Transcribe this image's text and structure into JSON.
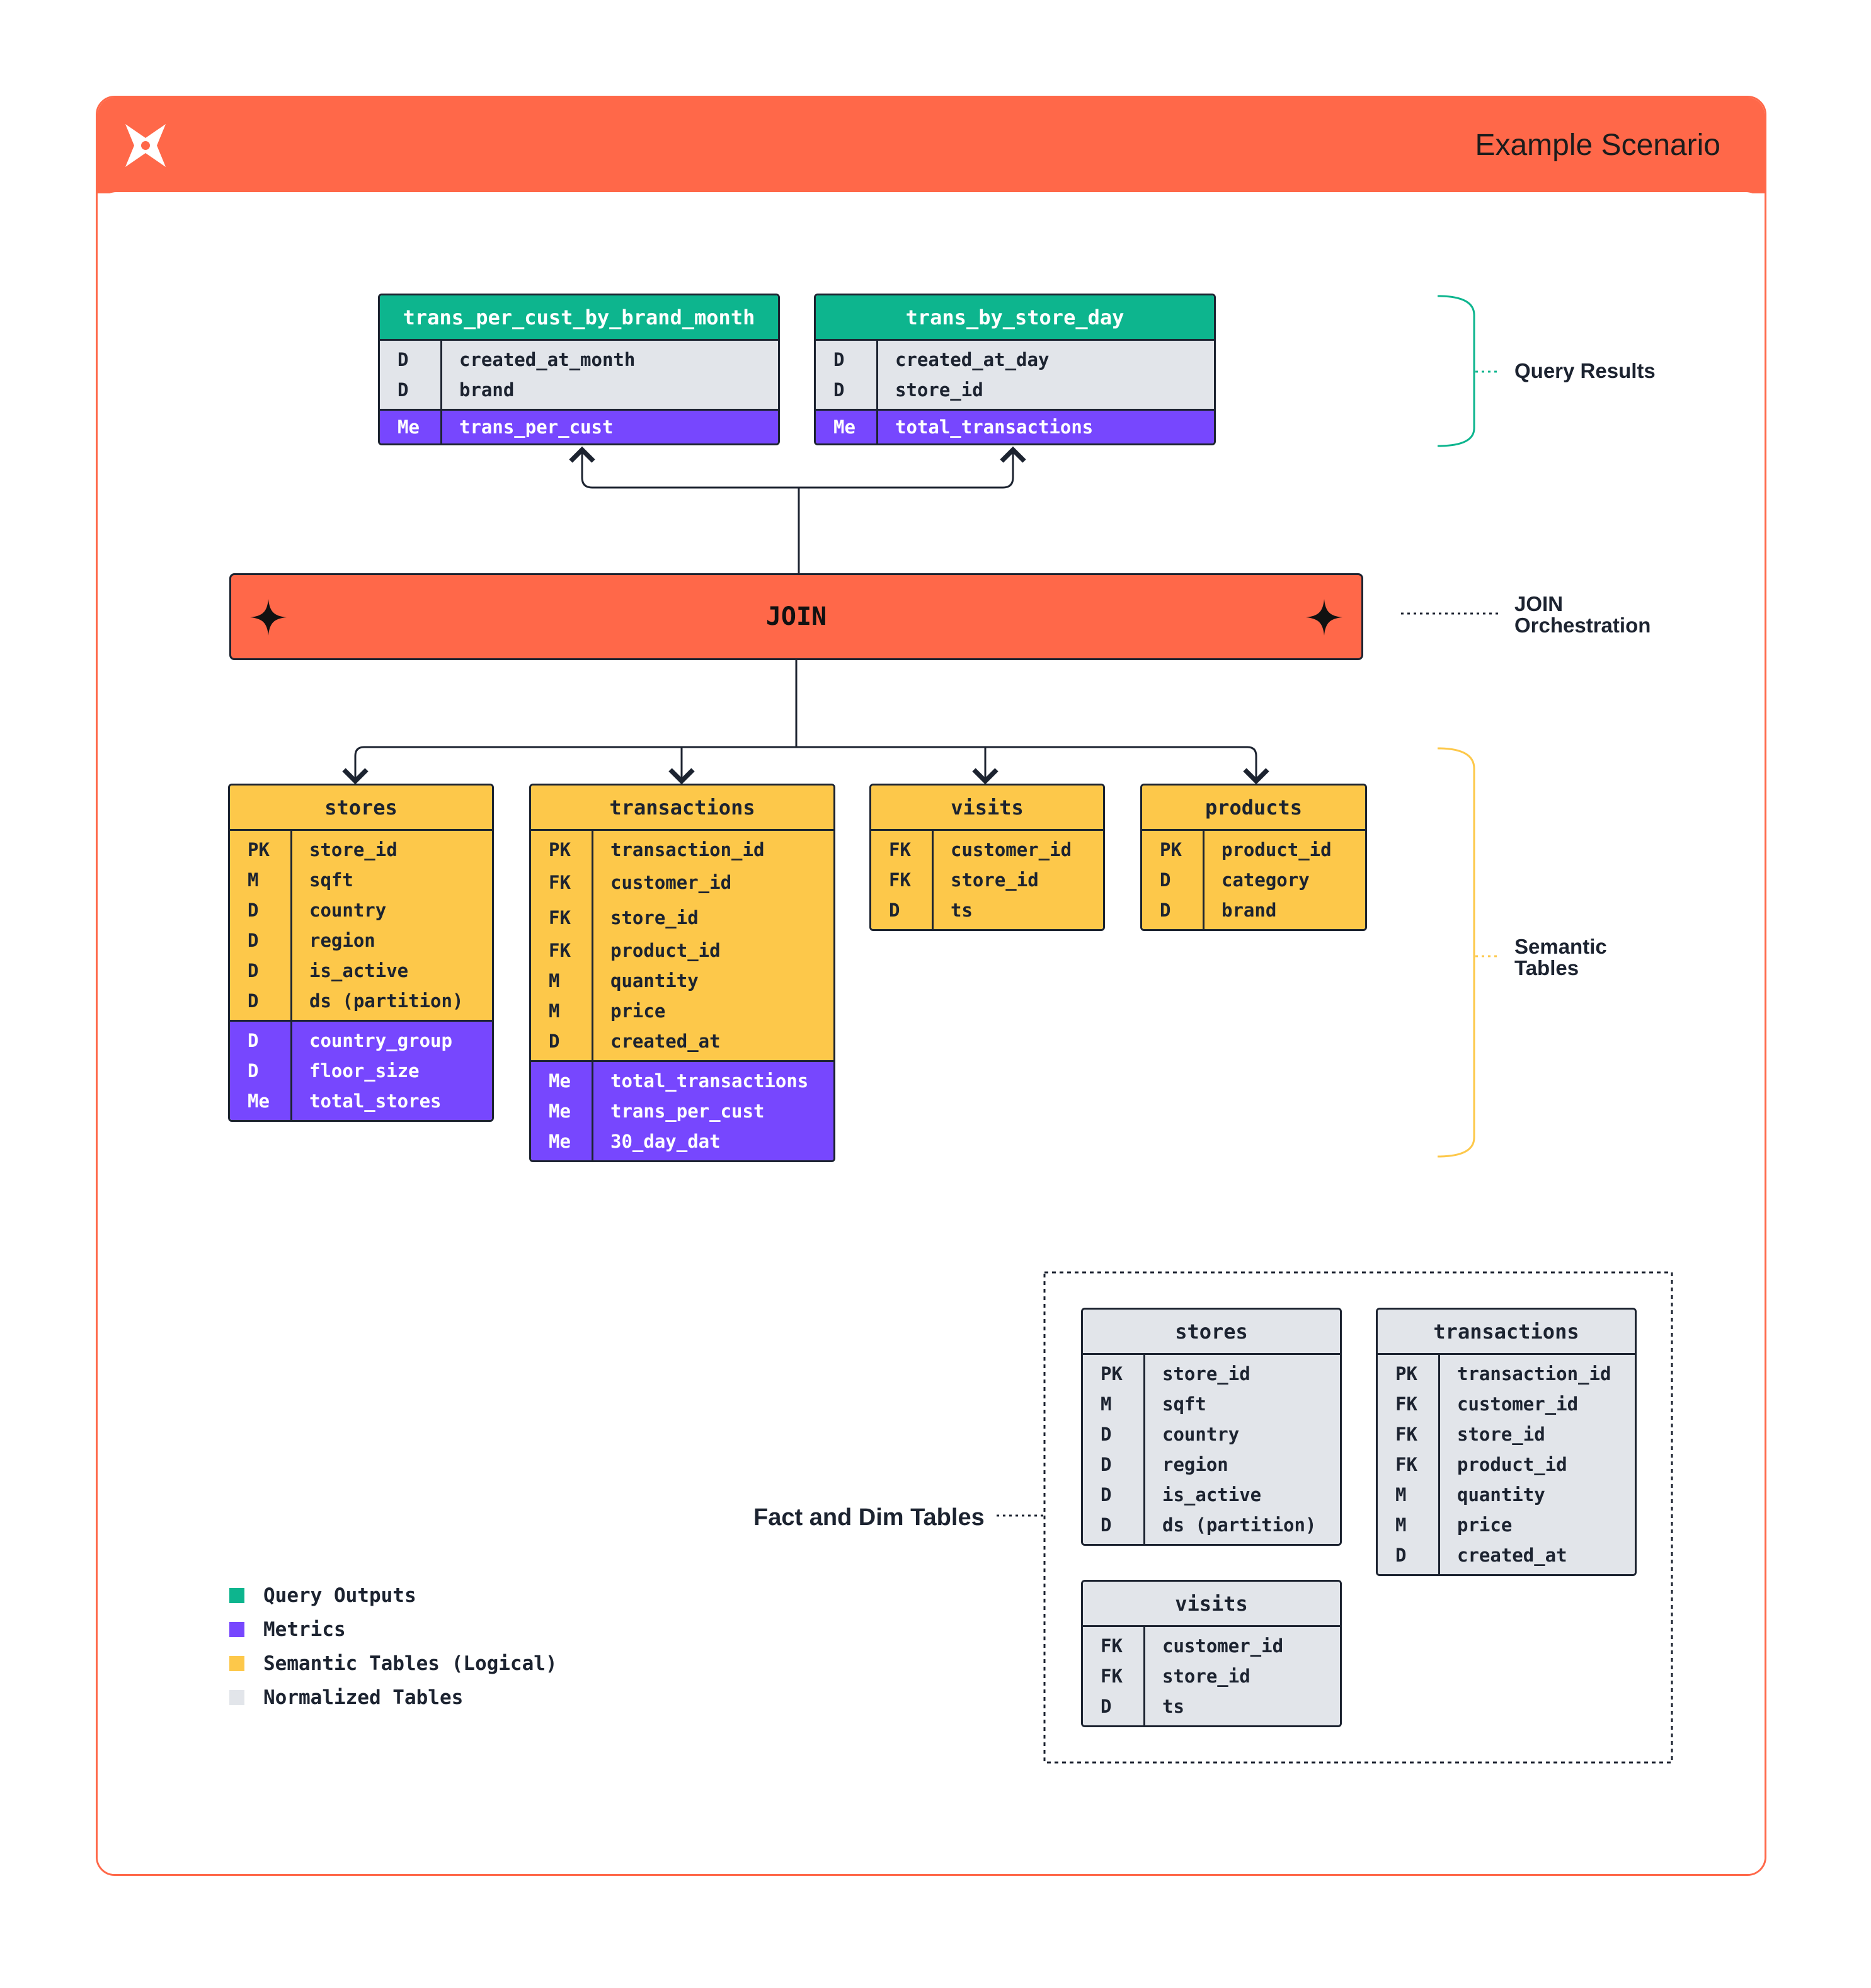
{
  "header": {
    "title": "Example Scenario",
    "brand_color": "#ff6849"
  },
  "colors": {
    "query": "#0db58e",
    "metric": "#7747fe",
    "semantic": "#fdc84a",
    "normalized": "#e2e5ea"
  },
  "query_results": [
    {
      "name": "trans_per_cust_by_brand_month",
      "dims": [
        {
          "k": "D",
          "v": "created_at_month"
        },
        {
          "k": "D",
          "v": "brand"
        }
      ],
      "metrics": [
        {
          "k": "Me",
          "v": "trans_per_cust"
        }
      ]
    },
    {
      "name": "trans_by_store_day",
      "dims": [
        {
          "k": "D",
          "v": "created_at_day"
        },
        {
          "k": "D",
          "v": "store_id"
        }
      ],
      "metrics": [
        {
          "k": "Me",
          "v": "total_transactions"
        }
      ]
    }
  ],
  "join": {
    "label": "JOIN"
  },
  "semantic_tables": [
    {
      "name": "stores",
      "fields": [
        {
          "k": "PK",
          "v": "store_id"
        },
        {
          "k": "M",
          "v": "sqft"
        },
        {
          "k": "D",
          "v": "country"
        },
        {
          "k": "D",
          "v": "region"
        },
        {
          "k": "D",
          "v": "is_active"
        },
        {
          "k": "D",
          "v": "ds (partition)"
        }
      ],
      "metrics": [
        {
          "k": "D",
          "v": "country_group"
        },
        {
          "k": "D",
          "v": "floor_size"
        },
        {
          "k": "Me",
          "v": "total_stores"
        }
      ]
    },
    {
      "name": "transactions",
      "fields": [
        {
          "k": "PK",
          "v": "transaction_id"
        },
        {
          "k": "FK",
          "v": "customer_id"
        },
        {
          "k": "FK",
          "v": "store_id"
        },
        {
          "k": "FK",
          "v": "product_id"
        },
        {
          "k": "M",
          "v": "quantity"
        },
        {
          "k": "M",
          "v": "price"
        },
        {
          "k": "D",
          "v": "created_at"
        }
      ],
      "metrics": [
        {
          "k": "Me",
          "v": "total_transactions"
        },
        {
          "k": "Me",
          "v": "trans_per_cust"
        },
        {
          "k": "Me",
          "v": "30_day_dat"
        }
      ]
    },
    {
      "name": "visits",
      "fields": [
        {
          "k": "FK",
          "v": "customer_id"
        },
        {
          "k": "FK",
          "v": "store_id"
        },
        {
          "k": "D",
          "v": "ts"
        }
      ]
    },
    {
      "name": "products",
      "fields": [
        {
          "k": "PK",
          "v": "product_id"
        },
        {
          "k": "D",
          "v": "category"
        },
        {
          "k": "D",
          "v": "brand"
        }
      ]
    }
  ],
  "normalized_tables": [
    {
      "name": "stores",
      "fields": [
        {
          "k": "PK",
          "v": "store_id"
        },
        {
          "k": "M",
          "v": "sqft"
        },
        {
          "k": "D",
          "v": "country"
        },
        {
          "k": "D",
          "v": "region"
        },
        {
          "k": "D",
          "v": "is_active"
        },
        {
          "k": "D",
          "v": "ds (partition)"
        }
      ]
    },
    {
      "name": "transactions",
      "fields": [
        {
          "k": "PK",
          "v": "transaction_id"
        },
        {
          "k": "FK",
          "v": "customer_id"
        },
        {
          "k": "FK",
          "v": "store_id"
        },
        {
          "k": "FK",
          "v": "product_id"
        },
        {
          "k": "M",
          "v": "quantity"
        },
        {
          "k": "M",
          "v": "price"
        },
        {
          "k": "D",
          "v": "created_at"
        }
      ]
    },
    {
      "name": "visits",
      "fields": [
        {
          "k": "FK",
          "v": "customer_id"
        },
        {
          "k": "FK",
          "v": "store_id"
        },
        {
          "k": "D",
          "v": "ts"
        }
      ]
    }
  ],
  "labels": {
    "query_results": "Query Results",
    "join_orchestration": [
      "JOIN",
      "Orchestration"
    ],
    "semantic_tables": [
      "Semantic",
      "Tables"
    ],
    "fact_dim": "Fact and Dim Tables"
  },
  "legend": [
    {
      "label": "Query Outputs",
      "color": "#0db58e"
    },
    {
      "label": "Metrics",
      "color": "#7747fe"
    },
    {
      "label": "Semantic Tables (Logical)",
      "color": "#fdc84a"
    },
    {
      "label": "Normalized Tables",
      "color": "#e2e5ea"
    }
  ]
}
